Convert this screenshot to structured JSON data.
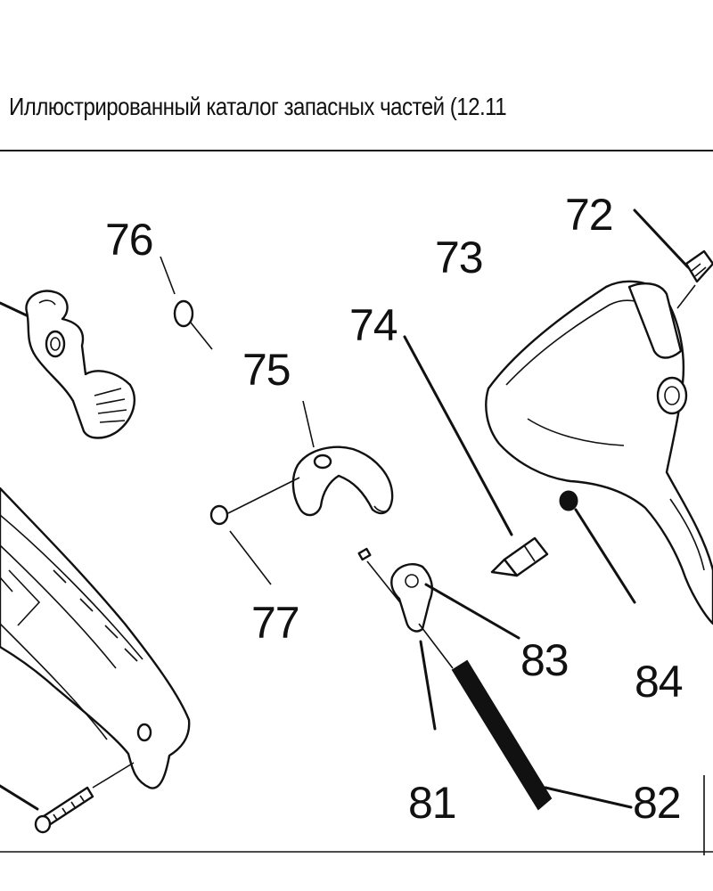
{
  "header": {
    "title": "Иллюстрированный каталог запасных частей (12.11"
  },
  "callouts": [
    {
      "id": "72",
      "label": "72"
    },
    {
      "id": "73",
      "label": "73"
    },
    {
      "id": "74",
      "label": "74"
    },
    {
      "id": "75",
      "label": "75"
    },
    {
      "id": "76",
      "label": "76"
    },
    {
      "id": "77",
      "label": "77"
    },
    {
      "id": "81",
      "label": "81"
    },
    {
      "id": "82",
      "label": "82"
    },
    {
      "id": "83",
      "label": "83"
    },
    {
      "id": "84",
      "label": "84"
    }
  ],
  "colors": {
    "line": "#111111",
    "background": "#ffffff"
  }
}
